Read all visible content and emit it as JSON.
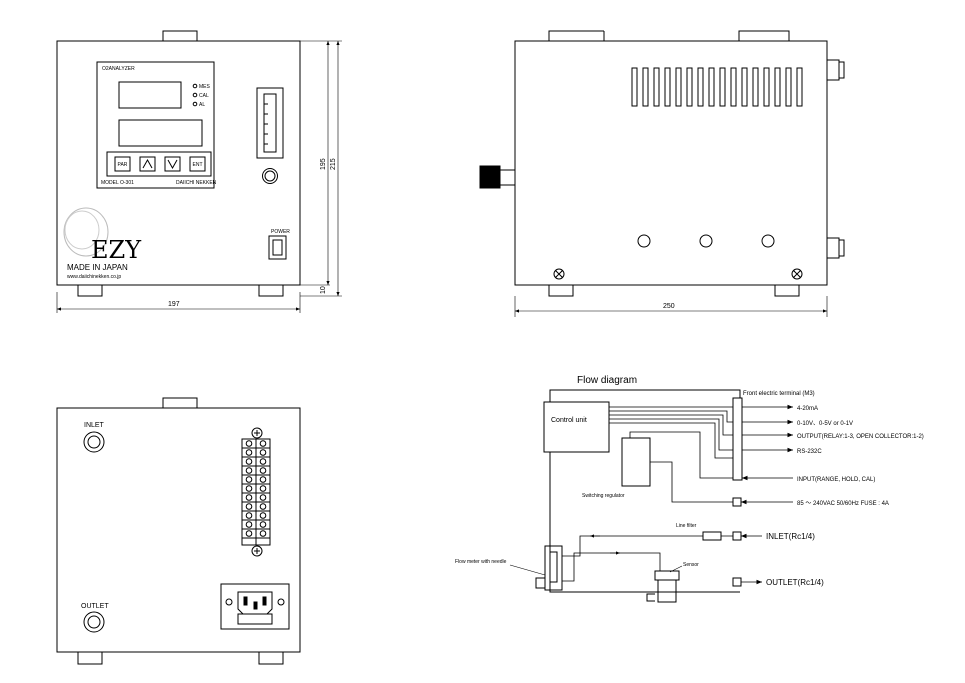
{
  "front_view": {
    "panel_title": "O2ANALYZER",
    "indicators": [
      "MES",
      "CAL",
      "AL"
    ],
    "keys": [
      "PAR",
      "ENT"
    ],
    "model": "MODEL O-301",
    "maker": "DAIICHI NEKKEN",
    "power_label": "POWER",
    "brand": "EZY",
    "made_in": "MADE IN JAPAN",
    "website": "www.daiichinekken.co.jp",
    "dim_width": "197",
    "dim_body_height": "195",
    "dim_total_height": "215",
    "dim_foot": "10"
  },
  "side_view": {
    "dim_depth": "250"
  },
  "rear_view": {
    "inlet_label": "INLET",
    "outlet_label": "OUTLET"
  },
  "flow_diagram": {
    "title": "Flow diagram",
    "control_unit": "Control unit",
    "switching_regulator": "Switching regulator",
    "terminal_label": "Front electric terminal (M3)",
    "outputs": [
      "4-20mA",
      "0-10V、0-5V or 0-1V",
      "OUTPUT(RELAY:1-3, OPEN COLLECTOR:1-2)",
      "RS-232C"
    ],
    "input_label": "INPUT(RANGE, HOLD, CAL)",
    "power_label": "85 ～ 240VAC 50/60Hz FUSE : 4A",
    "line_filter": "Line filter",
    "inlet": "INLET(Rc1/4)",
    "outlet": "OUTLET(Rc1/4)",
    "flow_meter": "Flow meter with needle",
    "sensor": "Sensor"
  }
}
